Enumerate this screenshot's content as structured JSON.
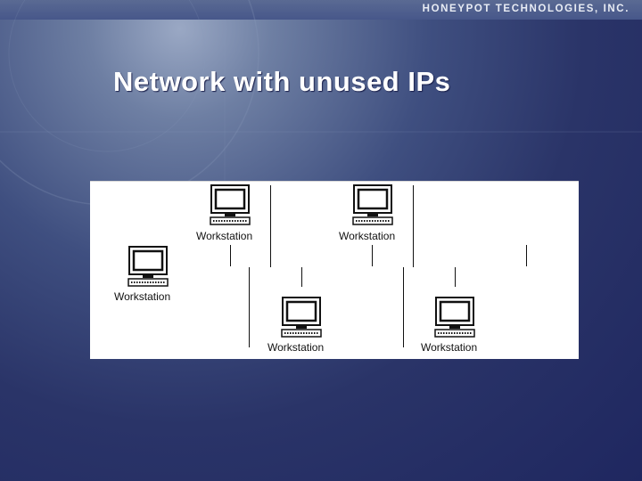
{
  "header": {
    "brand": "HONEYPOT TECHNOLOGIES, INC."
  },
  "slide": {
    "title": "Network with unused IPs"
  },
  "diagram": {
    "workstations": [
      {
        "label": "Workstation"
      },
      {
        "label": "Workstation"
      },
      {
        "label": "Workstation"
      },
      {
        "label": "Workstation"
      },
      {
        "label": "Workstation"
      }
    ]
  }
}
